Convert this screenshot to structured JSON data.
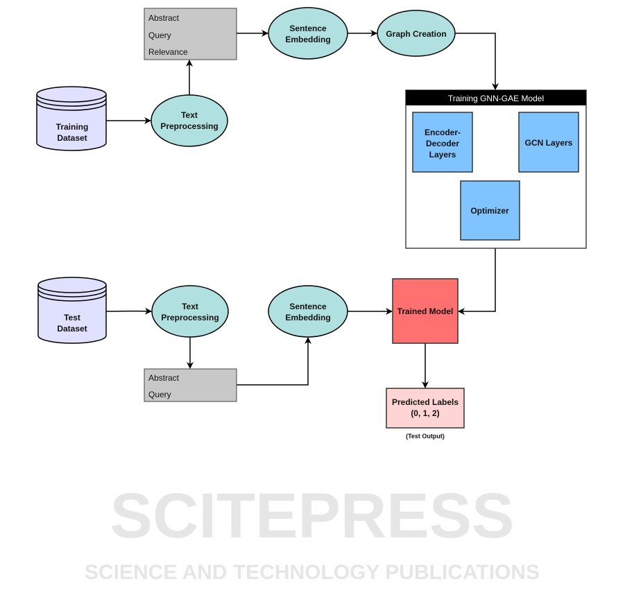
{
  "watermark": {
    "title": "SCITEPRESS",
    "subtitle": "SCIENCE AND TECHNOLOGY PUBLICATIONS"
  },
  "training": {
    "dataset": [
      "Training",
      "Dataset"
    ],
    "preprocessing": [
      "Text",
      "Preprocessing"
    ],
    "features": [
      "Abstract",
      "Query",
      "Relevance"
    ],
    "embedding": [
      "Sentence",
      "Embedding"
    ],
    "graph": "Graph Creation"
  },
  "model": {
    "title": "Training GNN-GAE Model",
    "encoder": [
      "Encoder-",
      "Decoder",
      "Layers"
    ],
    "gcn": "GCN Layers",
    "optimizer": "Optimizer"
  },
  "test": {
    "dataset": [
      "Test",
      "Dataset"
    ],
    "preprocessing": [
      "Text",
      "Preprocessing"
    ],
    "features": [
      "Abstract",
      "Query"
    ],
    "embedding": [
      "Sentence",
      "Embedding"
    ],
    "trained": "Trained Model",
    "output": [
      "Predicted Labels",
      "(0, 1, 2)"
    ],
    "output_caption": "(Test Output)"
  },
  "colors": {
    "ellipse": "#b0e0e0",
    "cylinder": "#e0e0ff",
    "gray": "#c8c8c8",
    "blue": "#80c4ff",
    "trained": "#ff7070",
    "pred": "#ffd4d4"
  }
}
